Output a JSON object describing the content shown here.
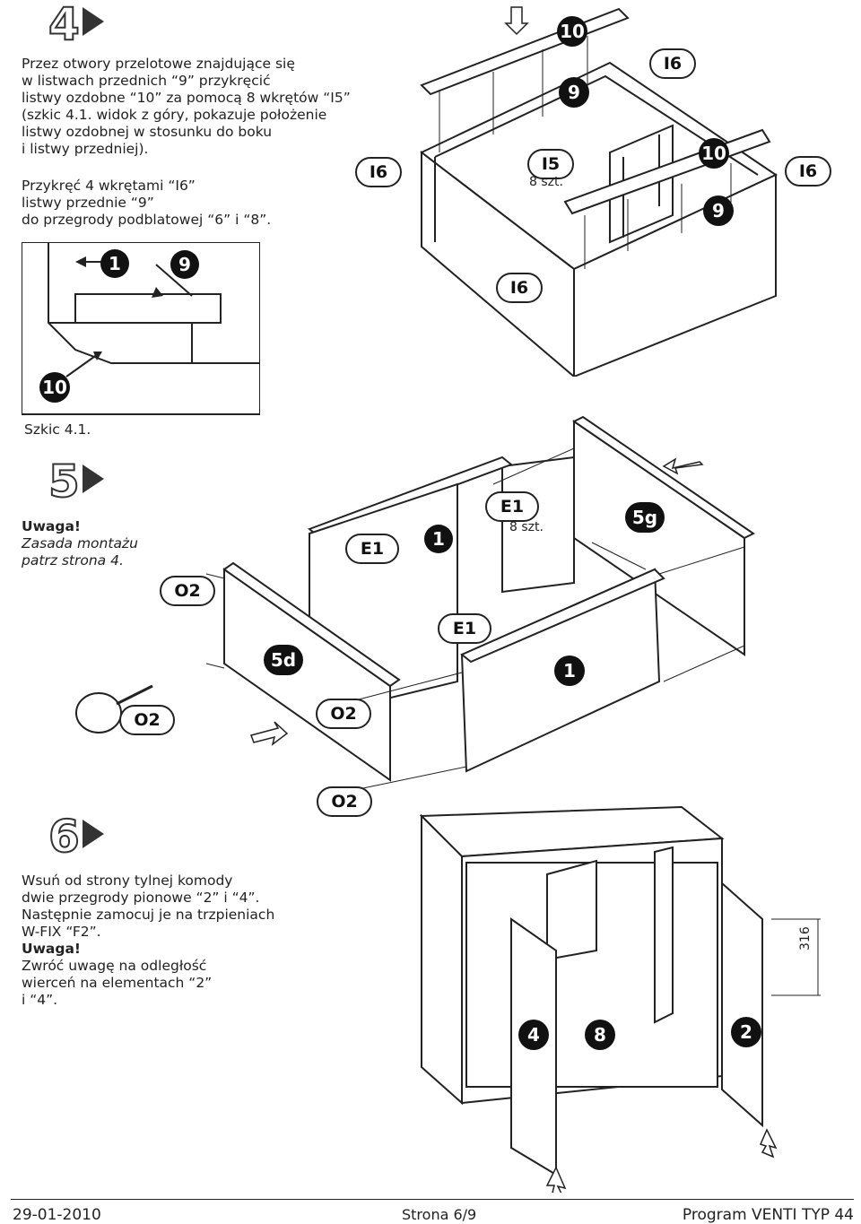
{
  "step4": {
    "number": "4",
    "text_lines": [
      "Przez otwory przelotowe znajdujące się",
      "w listwach przednich “9” przykręcić",
      "listwy ozdobne “10” za pomocą 8 wkrętów “I5”",
      "(szkic 4.1.  widok z góry, pokazuje położenie",
      "listwy ozdobnej w stosunku do boku",
      "i listwy przedniej)."
    ],
    "text2_lines": [
      "Przykręć 4 wkrętami “I6”",
      "listwy przednie “9”",
      "do przegrody podblatowej “6” i “8”."
    ],
    "labels": {
      "l10a": "10",
      "l9a": "9",
      "l16a": "I6",
      "l16b": "I6",
      "l16c": "I6",
      "l16d": "I6",
      "l15": "I5",
      "qty15": "8 szt.",
      "l10b": "10",
      "l9b": "9"
    },
    "sketch": {
      "l1": "1",
      "l9": "9",
      "l10": "10",
      "caption": "Szkic 4.1."
    }
  },
  "step5": {
    "number": "5",
    "warning": "Uwaga!",
    "note_lines": [
      "Zasada montażu",
      "patrz strona 4."
    ],
    "labels": {
      "o2a": "O2",
      "o2b": "O2",
      "o2c": "O2",
      "o2d": "O2",
      "e1a": "E1",
      "e1b": "E1",
      "e1c": "E1",
      "qty_e1": "8 szt.",
      "one_a": "1",
      "one_b": "1",
      "p5g": "5g",
      "p5d": "5d"
    }
  },
  "step6": {
    "number": "6",
    "text_lines": [
      "Wsuń od strony tylnej komody",
      "dwie przegrody pionowe “2” i “4”.",
      "Następnie zamocuj je na trzpieniach",
      "W-FIX “F2”."
    ],
    "warning": "Uwaga!",
    "warn_lines": [
      "Zwróć uwagę na odległość",
      "wierceń na elementach “2”",
      "i “4”."
    ],
    "labels": {
      "p4": "4",
      "p8": "8",
      "p2": "2",
      "dim": "316"
    }
  },
  "footer": {
    "date": "29-01-2010",
    "page": "Strona 6/9",
    "program": "Program VENTI TYP 44"
  }
}
